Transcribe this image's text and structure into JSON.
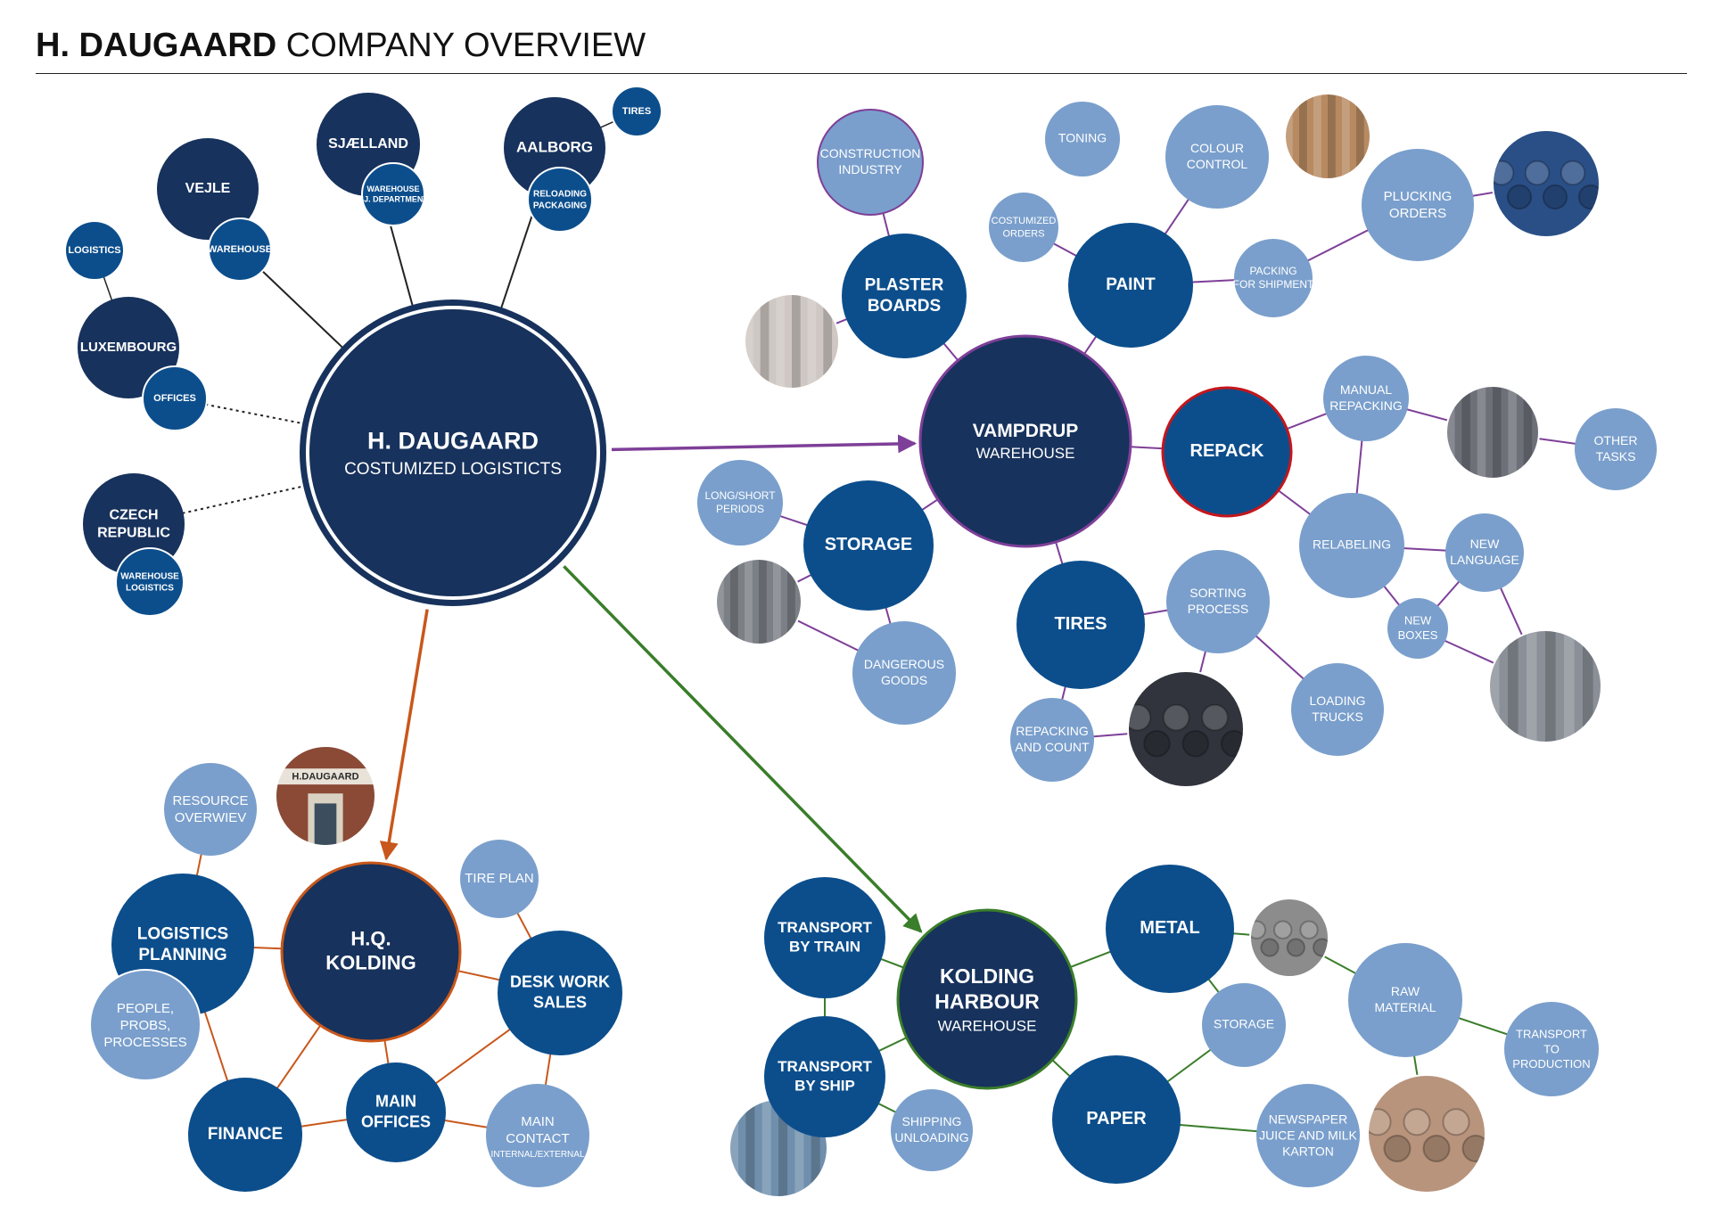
{
  "title": {
    "bold": "H. DAUGAARD",
    "rest": "COMPANY OVERVIEW"
  },
  "colors": {
    "navy": "#17325c",
    "blue": "#0c4e8c",
    "light": "#7a9fcc",
    "vamp": "#7e3f98",
    "hq": "#c8571b",
    "kolding": "#3a7d2a",
    "repack_ring": "#c4161c"
  },
  "nodes": [
    {
      "id": "hd",
      "lines": [
        "H. DAUGAARD",
        "COSTUMIZED LOGISTICTS"
      ]
    },
    {
      "id": "vejle",
      "lines": [
        "VEJLE"
      ]
    },
    {
      "id": "vejle_wh",
      "lines": [
        "WAREHOUSE"
      ]
    },
    {
      "id": "sjaelland",
      "lines": [
        "SJÆLLAND"
      ]
    },
    {
      "id": "sj_wh",
      "lines": [
        "WAREHOUSE",
        "SJ. DEPARTMENT"
      ]
    },
    {
      "id": "aalborg",
      "lines": [
        "AALBORG"
      ]
    },
    {
      "id": "tires_s",
      "lines": [
        "TIRES"
      ]
    },
    {
      "id": "reloading",
      "lines": [
        "RELOADING",
        "PACKAGING"
      ]
    },
    {
      "id": "logistics_s",
      "lines": [
        "LOGISTICS"
      ]
    },
    {
      "id": "luxembourg",
      "lines": [
        "LUXEMBOURG"
      ]
    },
    {
      "id": "offices",
      "lines": [
        "OFFICES"
      ]
    },
    {
      "id": "czech",
      "lines": [
        "CZECH",
        "REPUBLIC"
      ]
    },
    {
      "id": "cz_wh",
      "lines": [
        "WAREHOUSE",
        "LOGISTICS"
      ]
    },
    {
      "id": "vampdrup",
      "lines": [
        "VAMPDRUP",
        "WAREHOUSE"
      ]
    },
    {
      "id": "plaster",
      "lines": [
        "PLASTER",
        "BOARDS"
      ]
    },
    {
      "id": "construction",
      "lines": [
        "CONSTRUCTION",
        "INDUSTRY"
      ]
    },
    {
      "id": "paint",
      "lines": [
        "PAINT"
      ]
    },
    {
      "id": "toning",
      "lines": [
        "TONING"
      ]
    },
    {
      "id": "colour",
      "lines": [
        "COLOUR",
        "CONTROL"
      ]
    },
    {
      "id": "custorders",
      "lines": [
        "COSTUMIZED",
        "ORDERS"
      ]
    },
    {
      "id": "packing",
      "lines": [
        "PACKING",
        "FOR SHIPMENT"
      ]
    },
    {
      "id": "plucking",
      "lines": [
        "PLUCKING",
        "ORDERS"
      ]
    },
    {
      "id": "repack",
      "lines": [
        "REPACK"
      ]
    },
    {
      "id": "manual",
      "lines": [
        "MANUAL",
        "REPACKING"
      ]
    },
    {
      "id": "other",
      "lines": [
        "OTHER",
        "TASKS"
      ]
    },
    {
      "id": "relabeling",
      "lines": [
        "RELABELING"
      ]
    },
    {
      "id": "newlang",
      "lines": [
        "NEW",
        "LANGUAGE"
      ]
    },
    {
      "id": "newboxes",
      "lines": [
        "NEW",
        "BOXES"
      ]
    },
    {
      "id": "storage",
      "lines": [
        "STORAGE"
      ]
    },
    {
      "id": "longshort",
      "lines": [
        "LONG/SHORT",
        "PERIODS"
      ]
    },
    {
      "id": "dangerous",
      "lines": [
        "DANGEROUS",
        "GOODS"
      ]
    },
    {
      "id": "tires",
      "lines": [
        "TIRES"
      ]
    },
    {
      "id": "sorting",
      "lines": [
        "SORTING",
        "PROCESS"
      ]
    },
    {
      "id": "loading",
      "lines": [
        "LOADING",
        "TRUCKS"
      ]
    },
    {
      "id": "repacking_count",
      "lines": [
        "REPACKING",
        "AND COUNT"
      ]
    },
    {
      "id": "hq",
      "lines": [
        "H.Q.",
        "KOLDING"
      ]
    },
    {
      "id": "resource",
      "lines": [
        "RESOURCE",
        "OVERWIEV"
      ]
    },
    {
      "id": "logplan",
      "lines": [
        "LOGISTICS",
        "PLANNING"
      ]
    },
    {
      "id": "people",
      "lines": [
        "PEOPLE,",
        "PROBS,",
        "PROCESSES"
      ]
    },
    {
      "id": "finance",
      "lines": [
        "FINANCE"
      ]
    },
    {
      "id": "mainoffices",
      "lines": [
        "MAIN",
        "OFFICES"
      ]
    },
    {
      "id": "maincontact",
      "lines": [
        "MAIN",
        "CONTACT",
        "INTERNAL/EXTERNAL"
      ]
    },
    {
      "id": "desk",
      "lines": [
        "DESK WORK",
        "SALES"
      ]
    },
    {
      "id": "tireplan",
      "lines": [
        "TIRE PLAN"
      ]
    },
    {
      "id": "kolding",
      "lines": [
        "KOLDING",
        "HARBOUR",
        "WAREHOUSE"
      ]
    },
    {
      "id": "train",
      "lines": [
        "TRANSPORT",
        "BY TRAIN"
      ]
    },
    {
      "id": "ship",
      "lines": [
        "TRANSPORT",
        "BY SHIP"
      ]
    },
    {
      "id": "shipping",
      "lines": [
        "SHIPPING",
        "UNLOADING"
      ]
    },
    {
      "id": "metal",
      "lines": [
        "METAL"
      ]
    },
    {
      "id": "storage_k",
      "lines": [
        "STORAGE"
      ]
    },
    {
      "id": "raw",
      "lines": [
        "RAW",
        "MATERIAL"
      ]
    },
    {
      "id": "transport_prod",
      "lines": [
        "TRANSPORT",
        "TO",
        "PRODUCTION"
      ]
    },
    {
      "id": "paper",
      "lines": [
        "PAPER"
      ]
    },
    {
      "id": "newspaper",
      "lines": [
        "NEWSPAPER",
        "JUICE AND MILK",
        "KARTON"
      ]
    }
  ],
  "photos": [
    {
      "id": "photo_hq_building",
      "caption": "H.DAUGAARD"
    },
    {
      "id": "photo_plaster"
    },
    {
      "id": "photo_colour"
    },
    {
      "id": "photo_plucking"
    },
    {
      "id": "photo_repack"
    },
    {
      "id": "photo_boxes"
    },
    {
      "id": "photo_storage"
    },
    {
      "id": "photo_tires"
    },
    {
      "id": "photo_metal"
    },
    {
      "id": "photo_paper"
    },
    {
      "id": "photo_ship"
    }
  ],
  "edges": [
    {
      "from": "hd",
      "to": "vampdrup",
      "arrow": true
    },
    {
      "from": "hd",
      "to": "hq",
      "arrow": true
    },
    {
      "from": "hd",
      "to": "kolding",
      "arrow": true
    }
  ]
}
